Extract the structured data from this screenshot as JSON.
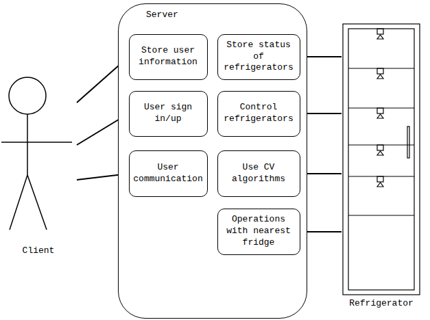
{
  "diagram": {
    "nodes": [
      {
        "text": [
          "Client"
        ]
      },
      {
        "text": [
          "Server"
        ]
      },
      {
        "text": [
          "Store user information"
        ],
        "in": 1
      },
      {
        "text": [
          "Store status of refrigerators"
        ],
        "in": 1
      },
      {
        "text": [
          "User sign in/up"
        ],
        "in": 1
      },
      {
        "text": [
          "Control refrigerators"
        ],
        "in": 1
      },
      {
        "text": [
          "User communication"
        ],
        "in": 1
      },
      {
        "text": [
          "Use CV algorithms"
        ],
        "in": 1
      },
      {
        "text": [
          "Operations with nearest fridge"
        ],
        "in": 1
      },
      {
        "text": [
          "Refrigerator"
        ]
      }
    ],
    "edges": [
      {
        "from": 0,
        "to": 2,
        "arrow": "none"
      },
      {
        "from": 0,
        "to": 4,
        "arrow": "none"
      },
      {
        "from": 0,
        "to": 6,
        "arrow": "none"
      },
      {
        "from": 3,
        "to": 9,
        "arrow": "none"
      },
      {
        "from": 5,
        "to": 9,
        "arrow": "none"
      },
      {
        "from": 7,
        "to": 9,
        "arrow": "none"
      },
      {
        "from": 8,
        "to": 9,
        "arrow": "none"
      }
    ]
  }
}
